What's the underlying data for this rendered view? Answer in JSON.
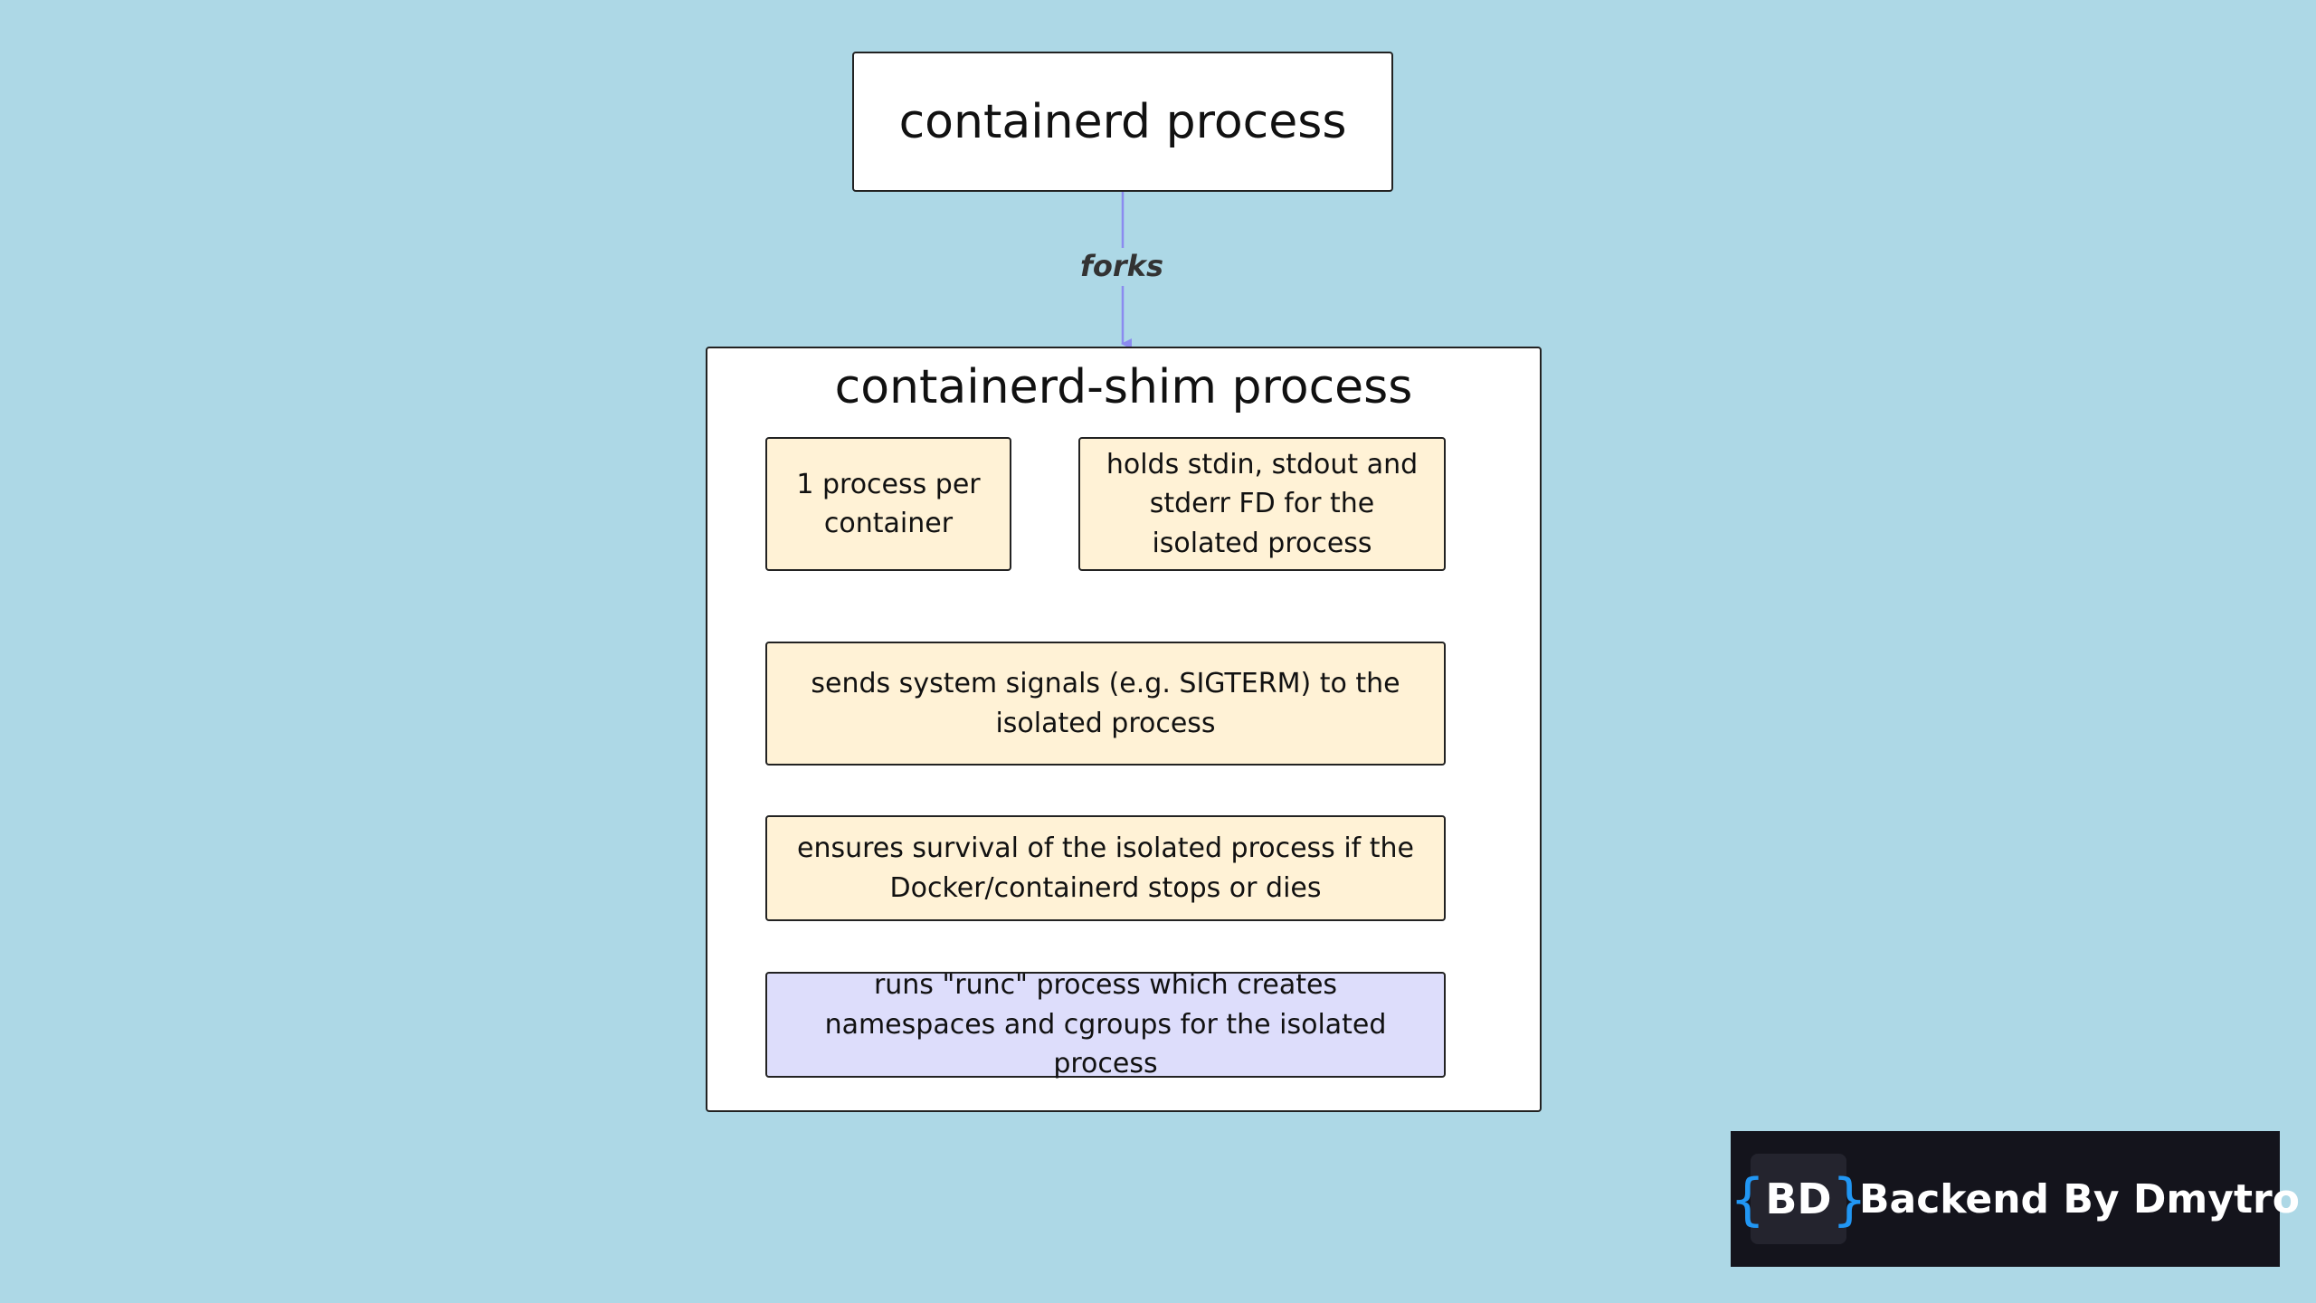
{
  "diagram": {
    "top_node": {
      "label": "containerd process"
    },
    "edge": {
      "label": "forks"
    },
    "shim": {
      "title": "containerd-shim process",
      "items": [
        {
          "label": "1 process per container"
        },
        {
          "label": "holds stdin, stdout and stderr FD for the isolated process"
        },
        {
          "label": "sends system signals (e.g. SIGTERM) to the isolated process"
        },
        {
          "label": "ensures survival of the isolated process if the Docker/containerd stops or dies"
        },
        {
          "label": "runs \"runc\" process which creates namespaces and cgroups for the isolated process"
        }
      ]
    }
  },
  "brand": {
    "logo_open": "{",
    "logo_text": "BD",
    "logo_close": "}",
    "name": "Backend By Dmytro"
  },
  "colors": {
    "background": "#add8e6",
    "connector": "#8b8bf0",
    "box_yellow": "#fff2d6",
    "box_purple": "#ddddfb",
    "brand_accent": "#2196f3"
  }
}
